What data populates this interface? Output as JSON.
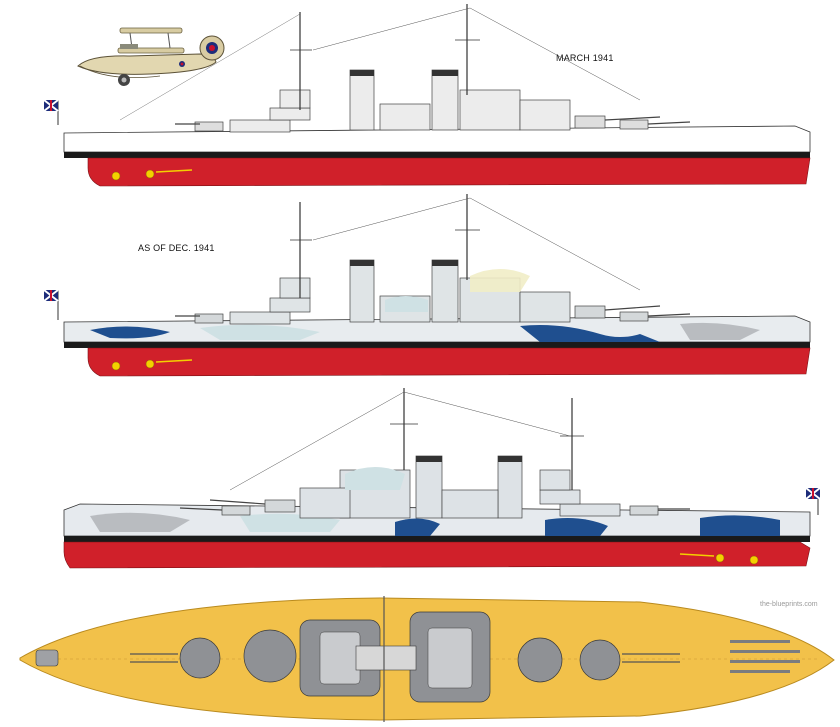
{
  "profiles": [
    {
      "caption": "MARCH 1941",
      "scheme": "plain"
    },
    {
      "caption": "AS OF DEC. 1941",
      "scheme": "camouflage"
    },
    {
      "caption": "",
      "scheme": "camouflage"
    }
  ],
  "watermark": "the-blueprints.com",
  "colors": {
    "hull_red": "#d0202a",
    "boot_black": "#1a1a1a",
    "hull_white": "#ffffff",
    "grey_light": "#e8e8e8",
    "grey_mid": "#b9bcc0",
    "grey_dark": "#8e9196",
    "camo_blue": "#1f4f8f",
    "camo_pale": "#cfe1e4",
    "deck_yellow": "#f2c14a",
    "deck_edge": "#b98a1e",
    "propeller": "#f4d000",
    "flag_red": "#c8102e",
    "flag_blue": "#1d2c7a"
  }
}
